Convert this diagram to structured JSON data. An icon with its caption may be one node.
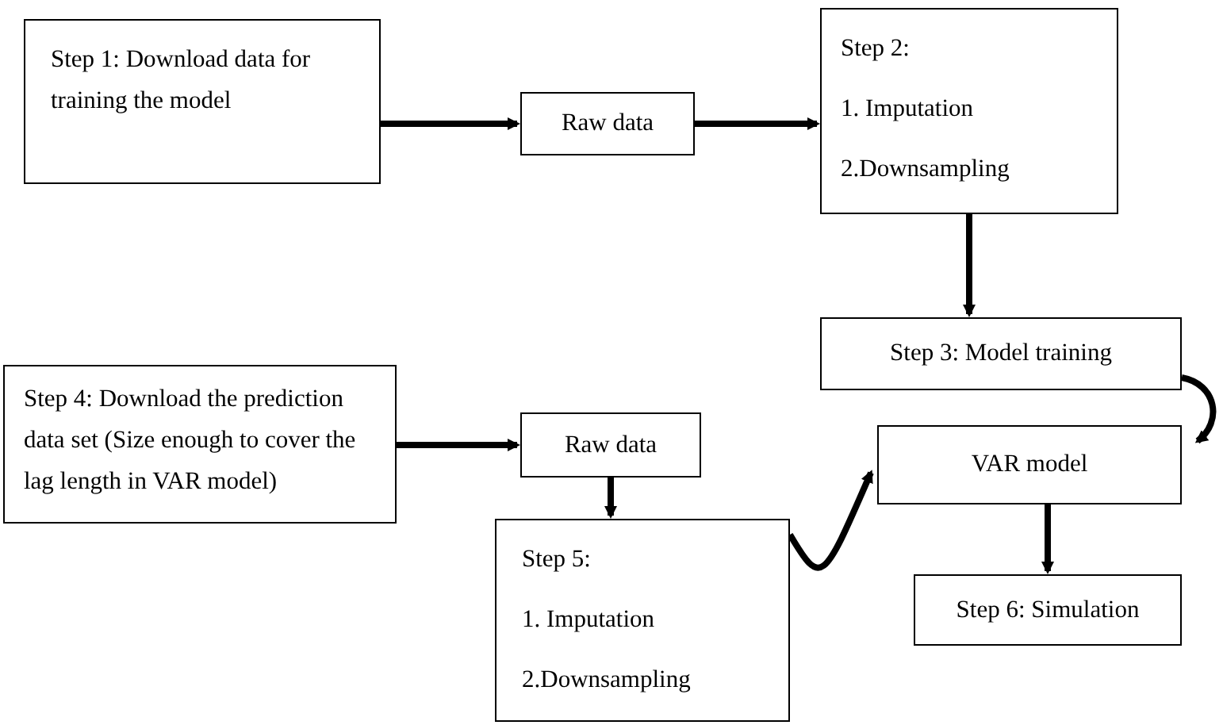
{
  "diagram": {
    "nodes": [
      {
        "text": [
          "Step 1: Download data for training the model"
        ]
      },
      {
        "text": [
          "Raw data"
        ]
      },
      {
        "text": [
          "Step 2:",
          "1. Imputation",
          "2.Downsampling"
        ]
      },
      {
        "text": [
          "Step 3: Model training"
        ]
      },
      {
        "text": [
          "Step 4: Download the prediction data set (Size enough to cover the lag length in VAR model)"
        ]
      },
      {
        "text": [
          "Raw data"
        ]
      },
      {
        "text": [
          "Step 5:",
          "1. Imputation",
          "2.Downsampling"
        ]
      },
      {
        "text": [
          "VAR model"
        ]
      },
      {
        "text": [
          "Step 6: Simulation"
        ]
      }
    ],
    "edges": [
      {
        "from": 0,
        "to": 1,
        "arrow": "to"
      },
      {
        "from": 1,
        "to": 2,
        "arrow": "to"
      },
      {
        "from": 2,
        "to": 3,
        "arrow": "to"
      },
      {
        "from": 3,
        "to": 7,
        "arrow": "to"
      },
      {
        "from": 4,
        "to": 5,
        "arrow": "to"
      },
      {
        "from": 5,
        "to": 6,
        "arrow": "to"
      },
      {
        "from": 6,
        "to": 7,
        "arrow": "to"
      },
      {
        "from": 7,
        "to": 8,
        "arrow": "to"
      }
    ]
  }
}
